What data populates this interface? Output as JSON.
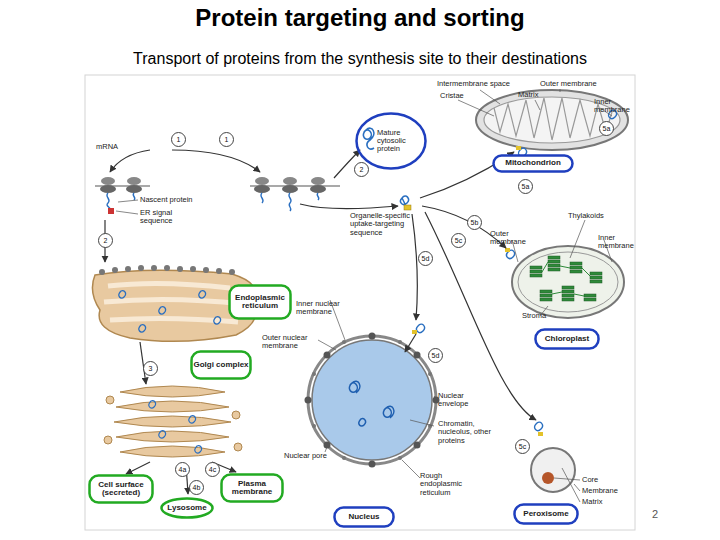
{
  "diagram": {
    "title": "Protein targeting and sorting",
    "caption": "Transport of proteins from the synthesis site to their destinations",
    "nodes": [
      {
        "text": [
          "Mature cytosolic protein"
        ]
      },
      {
        "text": [
          "Mitochondrion"
        ]
      },
      {
        "text": [
          "Endoplasmic reticulum"
        ]
      },
      {
        "text": [
          "Golgi complex"
        ]
      },
      {
        "text": [
          "Cell surface (secreted)"
        ]
      },
      {
        "text": [
          "Lysosome"
        ]
      },
      {
        "text": [
          "Plasma membrane"
        ]
      },
      {
        "text": [
          "Chloroplast"
        ]
      },
      {
        "text": [
          "Nucleus"
        ]
      },
      {
        "text": [
          "Peroxisome"
        ]
      }
    ],
    "labels": [
      "Intermembrane space",
      "Outer membrane",
      "Cristae",
      "Matrix",
      "Inner membrane",
      "mRNA",
      "1",
      "1",
      "Nascent protein",
      "ER signal sequence",
      "2",
      "2",
      "5a",
      "Organelle-specific uptake-targeting sequence",
      "5b",
      "5c",
      "5d",
      "Thylakoids",
      "Outer membrane",
      "Inner membrane",
      "Inner nuclear membrane",
      "Outer nuclear membrane",
      "Stroma",
      "3",
      "5d",
      "Nuclear envelope",
      "Chromatin, nucleolus, other proteins",
      "5c",
      "Nuclear pore",
      "4a",
      "4b",
      "4c",
      "Rough endoplasmic reticulum",
      "Core",
      "Membrane",
      "Matrix",
      "5a",
      "2"
    ]
  }
}
